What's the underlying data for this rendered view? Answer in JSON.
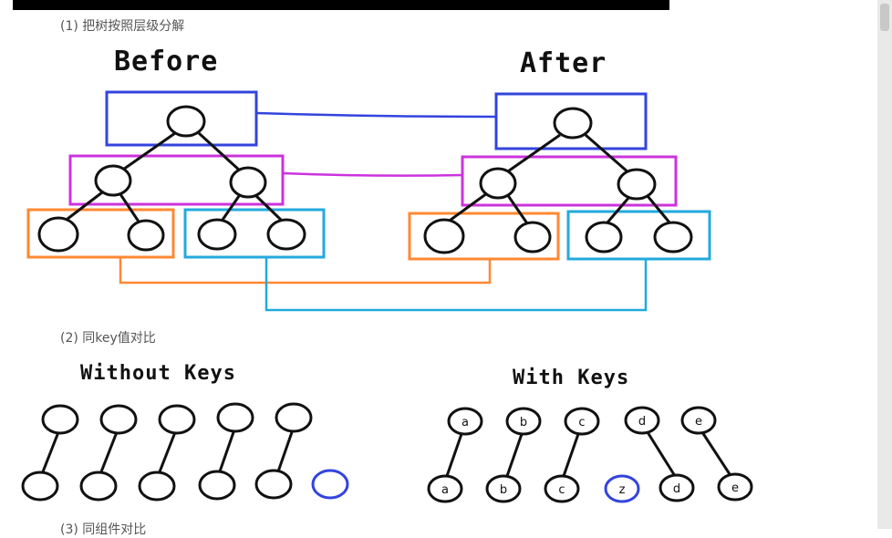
{
  "section1": {
    "label": "(1) 把树按照层级分解",
    "before": "Before",
    "after": "After"
  },
  "section2": {
    "label": "(2) 同key值对比",
    "without": "Without Keys",
    "with": "With Keys"
  },
  "section3": {
    "label": "(3) 同组件对比"
  },
  "with_keys": {
    "top": [
      "a",
      "b",
      "c",
      "d",
      "e"
    ],
    "bottom": [
      "a",
      "b",
      "c",
      "z",
      "d",
      "e"
    ]
  },
  "colors": {
    "blue": "#3344dd",
    "purple": "#cc33dd",
    "orange": "#ff8833",
    "cyan": "#22aadd",
    "node_new": "#3344dd"
  }
}
